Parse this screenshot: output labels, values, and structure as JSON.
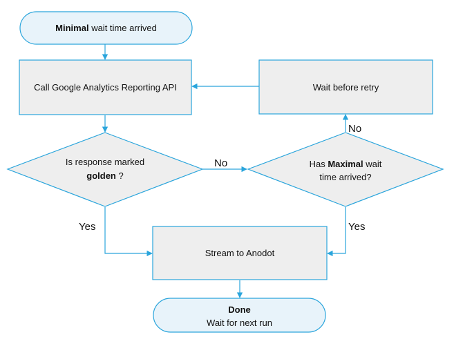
{
  "nodes": {
    "start": {
      "bold": "Minimal",
      "rest": " wait time arrived"
    },
    "call_api": {
      "label": "Call Google Analytics Reporting API"
    },
    "wait_retry": {
      "label": "Wait before retry"
    },
    "golden_check": {
      "line1": "Is response  marked",
      "line2_bold": "golden",
      "line2_rest": " ?"
    },
    "maximal_check": {
      "line1_pre": "Has ",
      "line1_bold": "Maximal",
      "line1_post": " wait",
      "line2": "time arrived?"
    },
    "stream": {
      "label": "Stream to Anodot"
    },
    "done": {
      "title": "Done",
      "subtitle": "Wait for next run"
    }
  },
  "edge_labels": {
    "golden_no": "No",
    "golden_yes": "Yes",
    "maximal_no": "No",
    "maximal_yes": "Yes"
  }
}
